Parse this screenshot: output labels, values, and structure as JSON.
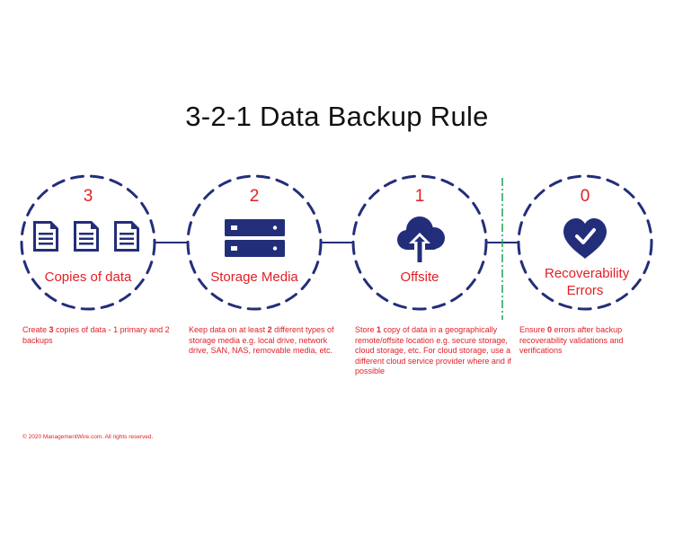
{
  "title": "3-2-1 Data Backup Rule",
  "steps": [
    {
      "number": "3",
      "label": "Copies of data",
      "icon": "documents-icon",
      "description": [
        "Create ",
        "3",
        " copies of data - 1 primary and 2 backups"
      ]
    },
    {
      "number": "2",
      "label": "Storage Media",
      "icon": "server-icon",
      "description": [
        "Keep data on at least ",
        "2",
        " different types of storage media e.g. local drive, network drive, SAN, NAS, removable media, etc."
      ]
    },
    {
      "number": "1",
      "label": "Offsite",
      "icon": "cloud-upload-icon",
      "description": [
        "Store ",
        "1",
        " copy of data in a geographically remote/offsite location e.g. secure storage, cloud storage, etc. For cloud storage, use a different cloud service provider where and if possible"
      ]
    },
    {
      "number": "0",
      "label": "Recoverability Errors",
      "icon": "heart-check-icon",
      "description": [
        "Ensure ",
        "0",
        " errors after backup recoverability validations and verifications"
      ]
    }
  ],
  "footer": "© 2020 ManagementWire.com. All rights reserved.",
  "colors": {
    "navy": "#232e7a",
    "red": "#e11f26",
    "divider": "#1aa34a",
    "title": "#111111"
  }
}
